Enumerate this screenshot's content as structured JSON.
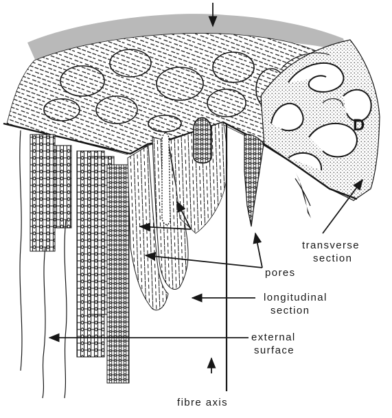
{
  "labels": {
    "region_d": "D",
    "transverse_1": "transverse",
    "transverse_2": "section",
    "pores": "pores",
    "longitudinal_1": "longitudinal",
    "longitudinal_2": "section",
    "external_1": "external",
    "external_2": "surface",
    "fibre_axis": "fibre axis"
  },
  "colors": {
    "ink": "#161616",
    "paper": "#ffffff",
    "shading": "#b9b9b9",
    "stipple": "#8a8a8a"
  }
}
